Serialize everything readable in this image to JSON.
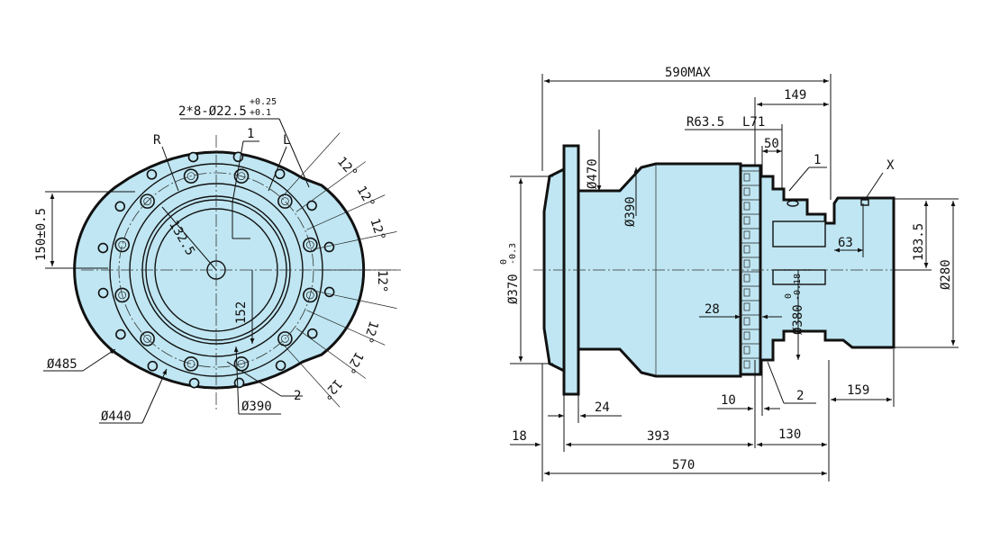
{
  "front_view": {
    "bolt_spec": "2*8-Ø22.5",
    "bolt_tol_upper": "+0.25",
    "bolt_tol_lower": "+0.1",
    "label_R": "R",
    "label_L": "L",
    "callout_1": "1",
    "callout_2": "2",
    "dim_150": "150±0.5",
    "dim_132": "132.5",
    "dim_152": "152",
    "dia_485": "Ø485",
    "dia_440": "Ø440",
    "dia_390": "Ø390",
    "angle_12": "12°"
  },
  "side_view": {
    "dim_590max": "590MAX",
    "dim_149": "149",
    "dim_r63": "R63.5",
    "dim_l71": "L71",
    "dim_50": "50",
    "callout_1": "1",
    "callout_2": "2",
    "label_x": "X",
    "dia_470": "Ø470",
    "dia_390": "Ø390",
    "dia_370": "Ø370",
    "tol_370_upper": "0",
    "tol_370_lower": "-0.3",
    "dim_28": "28",
    "dia_380": "Ø380",
    "tol_380_upper": "0",
    "tol_380_lower": "-0.18",
    "dim_63": "63",
    "dim_183": "183.5",
    "dia_280": "Ø280",
    "dim_24": "24",
    "dim_10": "10",
    "dim_159": "159",
    "dim_18": "18",
    "dim_393": "393",
    "dim_130": "130",
    "dim_570": "570"
  },
  "colors": {
    "part_fill": "#bfe6f2",
    "line": "#111111"
  }
}
